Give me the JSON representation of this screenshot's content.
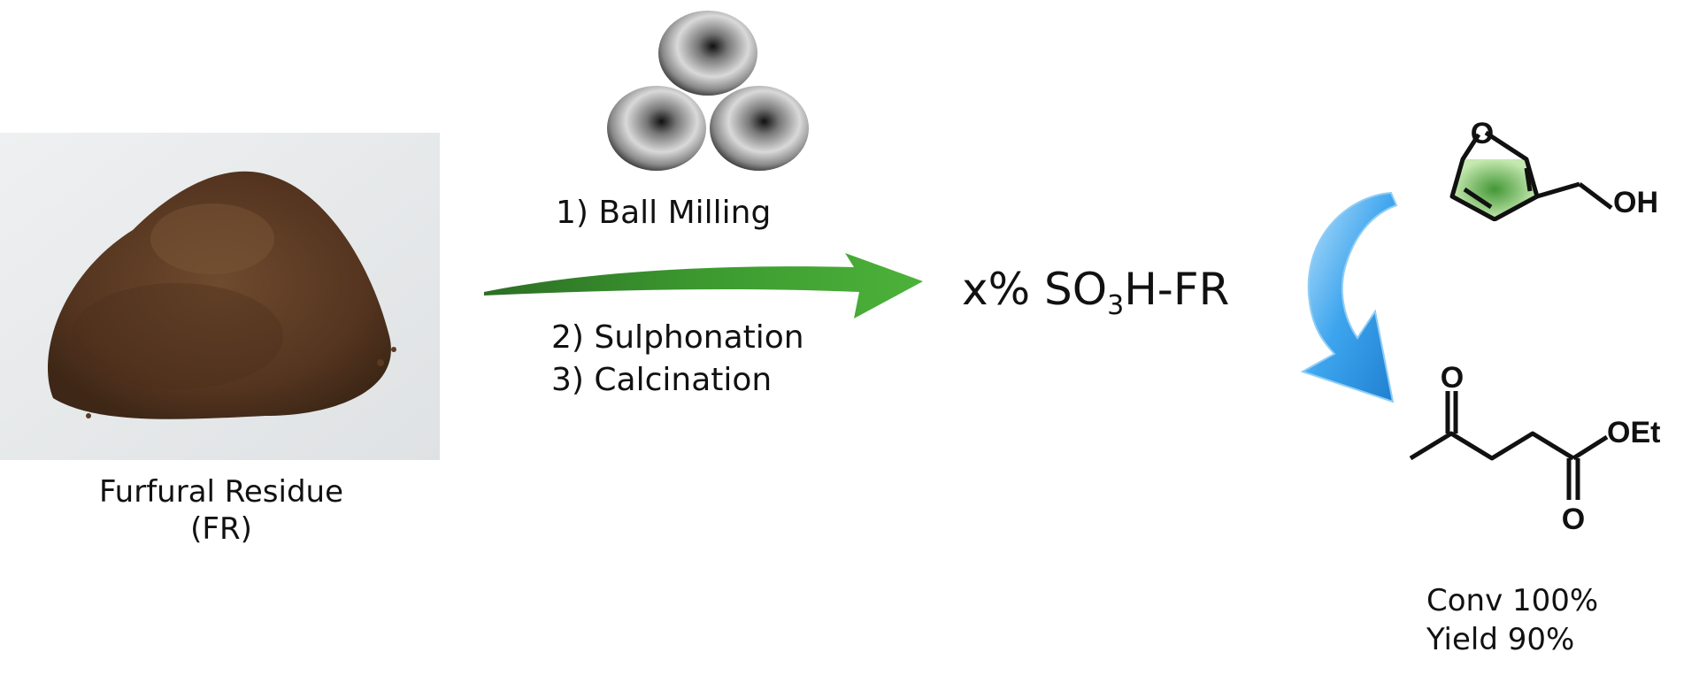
{
  "feedstock": {
    "caption_line1": "Furfural Residue",
    "caption_line2": "(FR)"
  },
  "steps": {
    "step1": "1) Ball Milling",
    "step2": "2) Sulphonation",
    "step3": "3) Calcination"
  },
  "catalyst": {
    "prefix": "x% SO",
    "subscript": "3",
    "suffix": "H-FR"
  },
  "reactant": {
    "ring_heteroatom": "O",
    "substituent": "OH"
  },
  "product": {
    "ketone_oxygen": "O",
    "ester_group": "OEt",
    "carbonyl_oxygen": "O"
  },
  "results": {
    "conversion": "Conv 100%",
    "yield": "Yield 90%"
  },
  "colors": {
    "powder": "#5b3a24",
    "green_arrow": "#3c9a2f",
    "blue_arrow": "#3da5ee",
    "furan_ring_fill": "#6ab04c"
  },
  "icons": [
    "steel-ball-icon",
    "green-process-arrow-icon",
    "blue-curved-arrow-icon"
  ]
}
